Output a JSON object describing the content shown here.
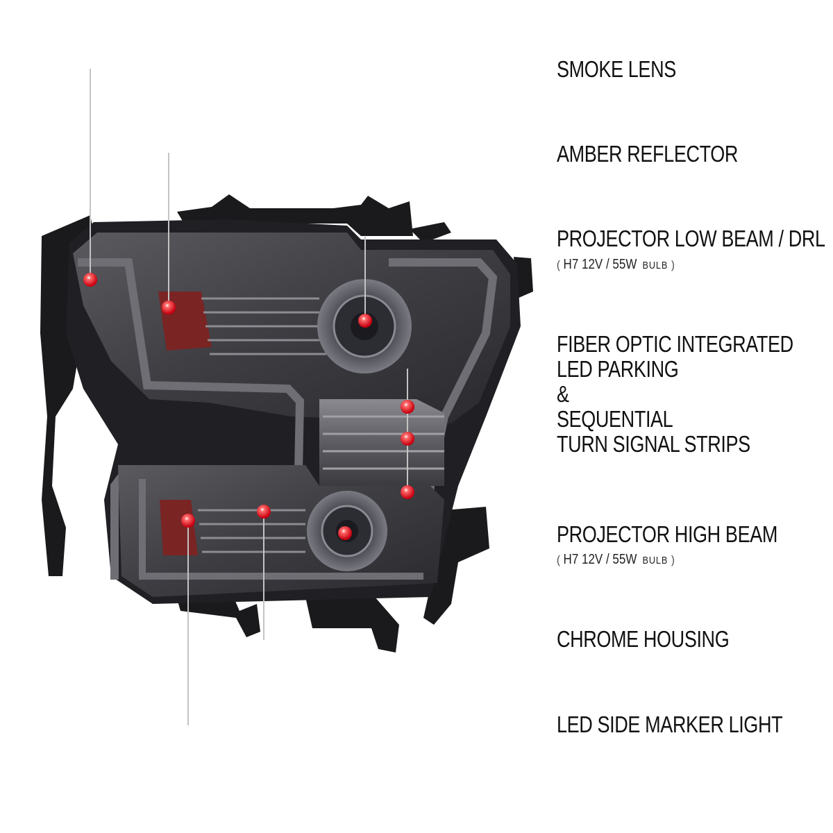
{
  "callouts": [
    {
      "id": "smoke-lens",
      "lines": [
        "SMOKE LENS"
      ]
    },
    {
      "id": "amber-reflector",
      "lines": [
        "AMBER REFLECTOR"
      ]
    },
    {
      "id": "projector-low-beam",
      "lines": [
        "PROJECTOR LOW BEAM / DRL"
      ],
      "spec": {
        "open": "(",
        "value": "H7  12V / 55W",
        "unit": "BULB",
        "close": ")"
      }
    },
    {
      "id": "fiber-optic",
      "lines": [
        "FIBER OPTIC INTEGRATED",
        "LED PARKING",
        "&",
        "SEQUENTIAL",
        "TURN SIGNAL STRIPS"
      ]
    },
    {
      "id": "projector-high-beam",
      "lines": [
        "PROJECTOR HIGH BEAM"
      ],
      "spec": {
        "open": "(",
        "value": "H7  12V / 55W",
        "unit": "BULB",
        "close": ")"
      }
    },
    {
      "id": "chrome-housing",
      "lines": [
        "CHROME HOUSING"
      ]
    },
    {
      "id": "led-side-marker",
      "lines": [
        "LED SIDE MARKER LIGHT"
      ]
    }
  ],
  "colors": {
    "leader_light": "#bdbdbd",
    "leader_accent": "#c8202a",
    "marker": "#e0101e",
    "housing_dark": "#1e1e20",
    "lens_smoke": "#4a4a4e",
    "amber": "#8a2a2a"
  }
}
